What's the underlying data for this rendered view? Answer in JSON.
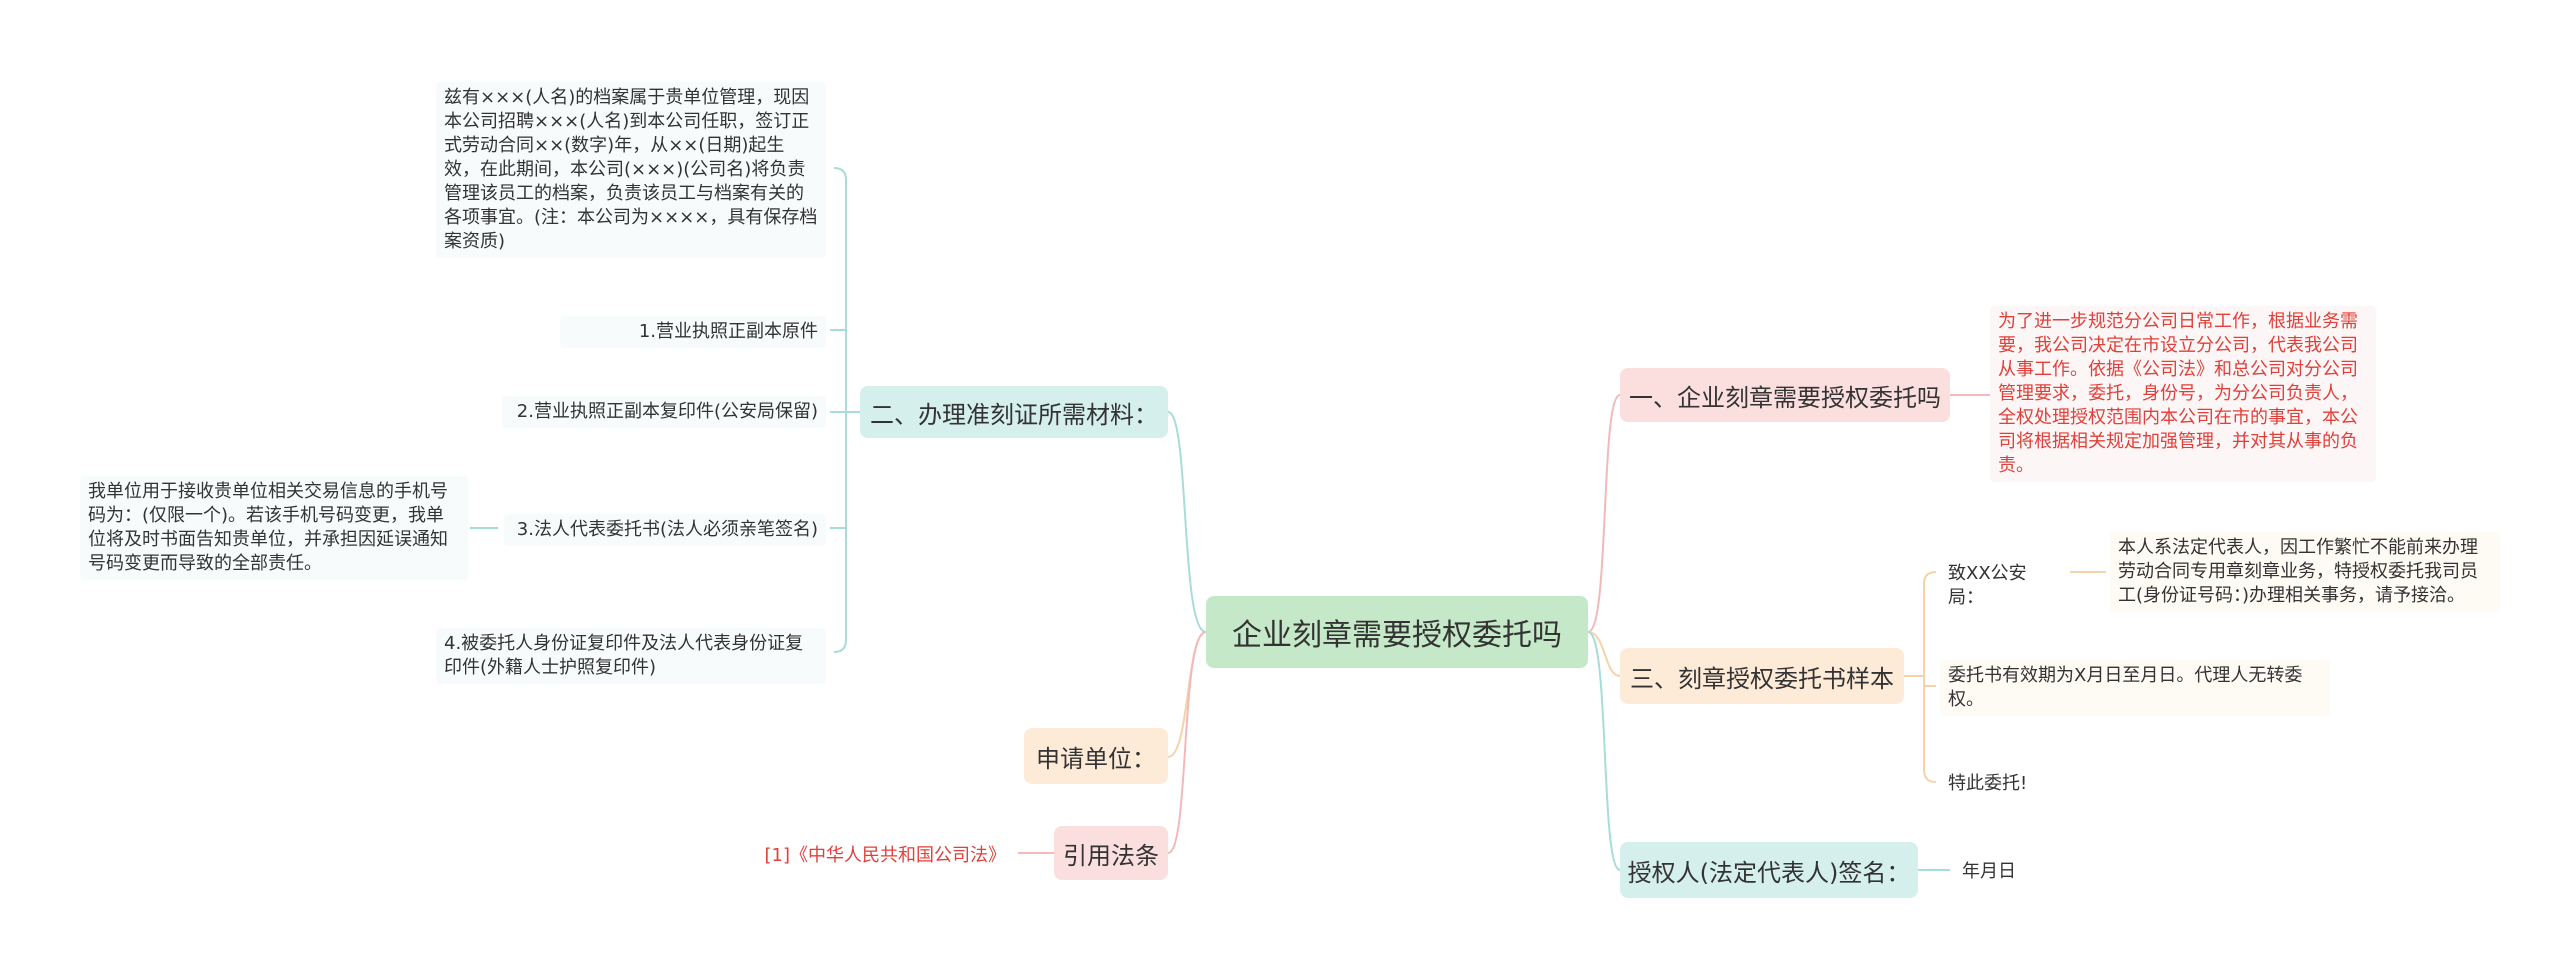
{
  "root": {
    "label": "企业刻章需要授权委托吗"
  },
  "left": {
    "materials": {
      "label": "二、办理准刻证所需材料：",
      "intro": "兹有×××(人名)的档案属于贵单位管理，现因本公司招聘×××(人名)到本公司任职，签订正式劳动合同××(数字)年，从××(日期)起生效，在此期间，本公司(×××)(公司名)将负责管理该员工的档案，负责该员工与档案有关的各项事宜。(注：本公司为××××，具有保存档案资质)",
      "item1": "1.营业执照正副本原件",
      "item2": "2.营业执照正副本复印件(公安局保留)",
      "item3": "3.法人代表委托书(法人必须亲笔签名)",
      "item3_note": "我单位用于接收贵单位相关交易信息的手机号码为：(仅限一个)。若该手机号码变更，我单位将及时书面告知贵单位，并承担因延误通知号码变更而导致的全部责任。",
      "item4": "4.被委托人身份证复印件及法人代表身份证复印件(外籍人士护照复印件)"
    },
    "applicant": {
      "label": "申请单位："
    },
    "law": {
      "label": "引用法条",
      "ref": "[1]《中华人民共和国公司法》"
    }
  },
  "right": {
    "q1": {
      "label": "一、企业刻章需要授权委托吗",
      "answer": "为了进一步规范分公司日常工作，根据业务需要，我公司决定在市设立分公司，代表我公司从事工作。依据《公司法》和总公司对分公司管理要求，委托，身份号，为分公司负责人，全权处理授权范围内本公司在市的事宜，本公司将根据相关规定加强管理，并对其从事的负责。"
    },
    "q3": {
      "label": "三、刻章授权委托书样本",
      "to": "致XX公安局：",
      "to_body": "本人系法定代表人，因工作繁忙不能前来办理劳动合同专用章刻章业务，特授权委托我司员工(身份证号码：)办理相关事务，请予接洽。",
      "validity": "委托书有效期为X月日至月日。代理人无转委权。",
      "closing": "特此委托!"
    },
    "sign": {
      "label": "授权人(法定代表人)签名：",
      "date": "年月日"
    }
  },
  "colors": {
    "root_bg": "#c5e8c9",
    "teal_bg": "#d4efec",
    "pink_bg": "#fbdede",
    "peach_bg": "#fdebd8",
    "teal_line": "#a8ddd7",
    "pink_line": "#f3b9b9",
    "peach_line": "#f7d2a8",
    "red_text": "#e0403a"
  }
}
